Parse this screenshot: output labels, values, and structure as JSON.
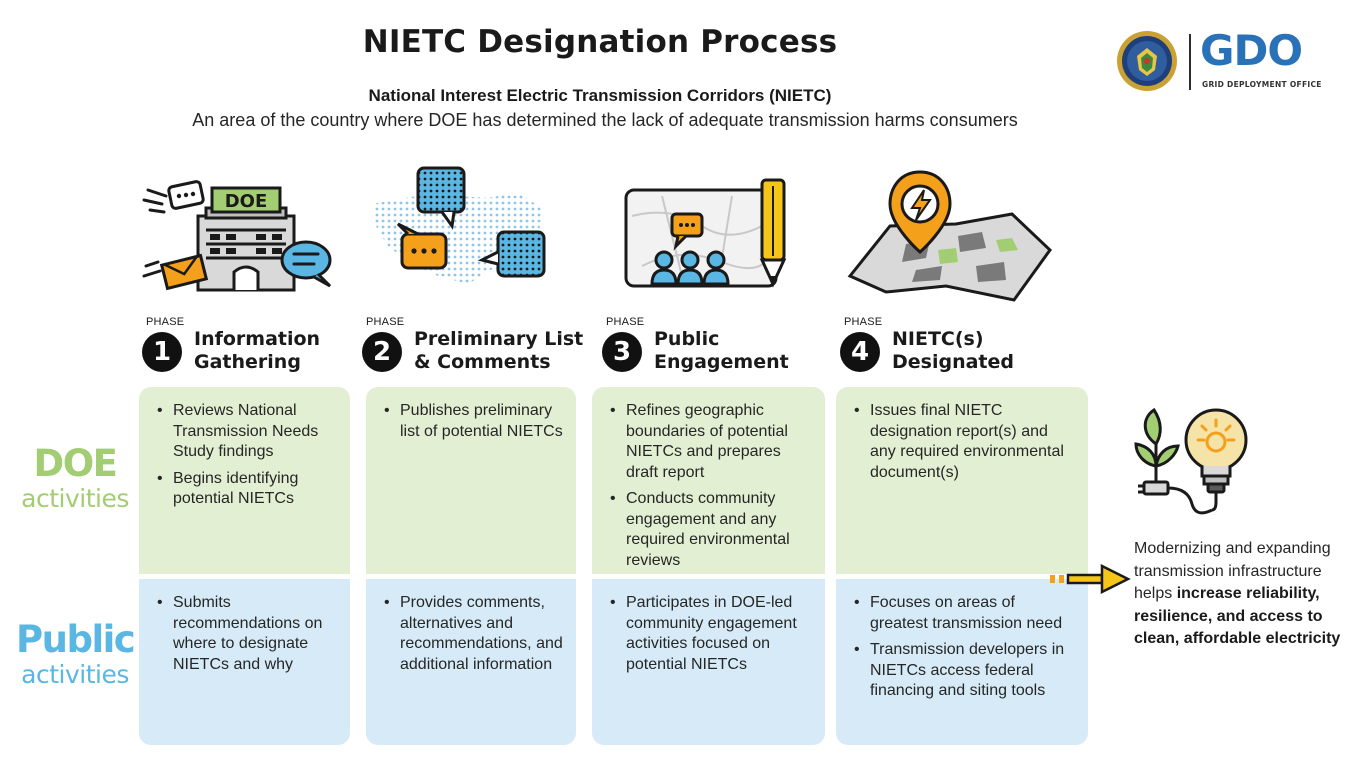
{
  "header": {
    "title": "NIETC Designation Process",
    "subtitle": "National Interest Electric Transmission Corridors (NIETC)",
    "definition": "An area of the country where DOE has determined the lack of adequate transmission harms consumers"
  },
  "logo": {
    "mark": "GDO",
    "name": "GRID DEPLOYMENT OFFICE"
  },
  "illustrations": {
    "phase1_building_sign": "DOE",
    "icons": [
      "doe-building-icon",
      "us-map-speech-bubbles-icon",
      "map-pencil-people-icon",
      "map-lightning-pin-icon",
      "plant-lightbulb-icon"
    ]
  },
  "phases": [
    {
      "word": "PHASE",
      "number": "1",
      "name": "Information\nGathering"
    },
    {
      "word": "PHASE",
      "number": "2",
      "name": "Preliminary List\n& Comments"
    },
    {
      "word": "PHASE",
      "number": "3",
      "name": "Public\nEngagement"
    },
    {
      "word": "PHASE",
      "number": "4",
      "name": "NIETC(s)\nDesignated"
    }
  ],
  "rows": {
    "doe": {
      "big": "DOE",
      "small": "activities"
    },
    "public": {
      "big": "Public",
      "small": "activities"
    }
  },
  "doe_activities": [
    [
      "Reviews National Transmission Needs Study findings",
      "Begins identifying potential NIETCs"
    ],
    [
      "Publishes preliminary list of potential NIETCs"
    ],
    [
      "Refines geographic boundaries of potential NIETCs and prepares draft report",
      "Conducts community engagement and any required environmental reviews"
    ],
    [
      "Issues final NIETC designation report(s) and any required environmental document(s)"
    ]
  ],
  "public_activities": [
    [
      "Submits recommendations on where to designate NIETCs and why"
    ],
    [
      "Provides comments, alternatives and recommendations, and additional information"
    ],
    [
      "Participates in DOE-led community engagement activities focused on potential NIETCs"
    ],
    [
      "Focuses on areas of greatest transmission need",
      "Transmission developers in NIETCs access federal financing and siting tools"
    ]
  ],
  "outcome": {
    "intro": "Modernizing and expanding transmission infrastructure helps ",
    "emphasis": "increase reliability, resilience, and access to clean, affordable electricity"
  },
  "colors": {
    "doe_green": "#a3cd72",
    "doe_cell": "#e3efd3",
    "public_blue": "#5ab6e2",
    "public_cell": "#d6ebf7",
    "accent_orange": "#f5a01a",
    "gdo_blue": "#2a72b8"
  }
}
